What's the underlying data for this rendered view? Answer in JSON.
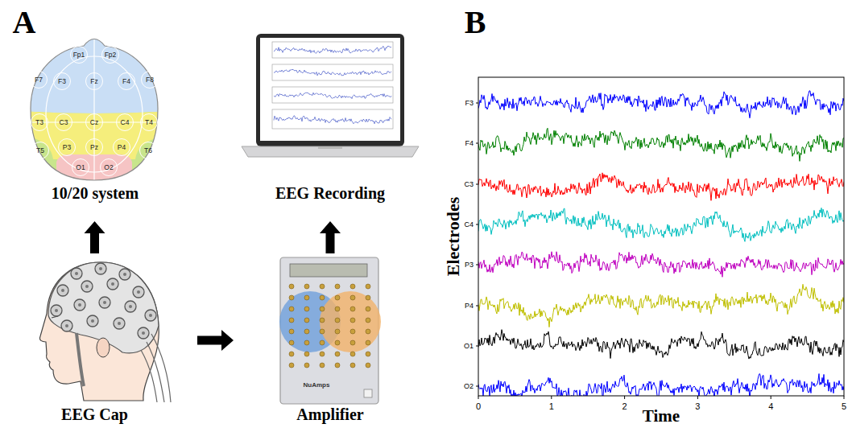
{
  "diagram": {
    "nodes": [
      {
        "text": [
          "10/20 system"
        ]
      },
      {
        "text": [
          "Fp1"
        ],
        "in": 0
      },
      {
        "text": [
          "Fp2"
        ],
        "in": 0
      },
      {
        "text": [
          "F7"
        ],
        "in": 0
      },
      {
        "text": [
          "F3"
        ],
        "in": 0
      },
      {
        "text": [
          "Fz"
        ],
        "in": 0
      },
      {
        "text": [
          "F4"
        ],
        "in": 0
      },
      {
        "text": [
          "F8"
        ],
        "in": 0
      },
      {
        "text": [
          "T3"
        ],
        "in": 0
      },
      {
        "text": [
          "C3"
        ],
        "in": 0
      },
      {
        "text": [
          "Cz"
        ],
        "in": 0
      },
      {
        "text": [
          "C4"
        ],
        "in": 0
      },
      {
        "text": [
          "T4"
        ],
        "in": 0
      },
      {
        "text": [
          "T5"
        ],
        "in": 0
      },
      {
        "text": [
          "P3"
        ],
        "in": 0
      },
      {
        "text": [
          "Pz"
        ],
        "in": 0
      },
      {
        "text": [
          "P4"
        ],
        "in": 0
      },
      {
        "text": [
          "T6"
        ],
        "in": 0
      },
      {
        "text": [
          "O1"
        ],
        "in": 0
      },
      {
        "text": [
          "O2"
        ],
        "in": 0
      },
      {
        "text": [
          "EEG Recording"
        ]
      },
      {
        "text": [
          "EEG Cap"
        ]
      },
      {
        "text": [
          "Amplifier"
        ]
      }
    ],
    "edges": [
      {
        "from": 21,
        "to": 0,
        "arrow": "to"
      },
      {
        "from": 21,
        "to": 22,
        "arrow": "to"
      },
      {
        "from": 22,
        "to": 20,
        "arrow": "to"
      }
    ],
    "labels": [
      "A",
      "B",
      "Electrodes",
      "F3",
      "F4",
      "C3",
      "C4",
      "P3",
      "P4",
      "O1",
      "O2",
      "0",
      "1",
      "2",
      "3",
      "4",
      "5",
      "Time",
      "NuAmps"
    ]
  }
}
